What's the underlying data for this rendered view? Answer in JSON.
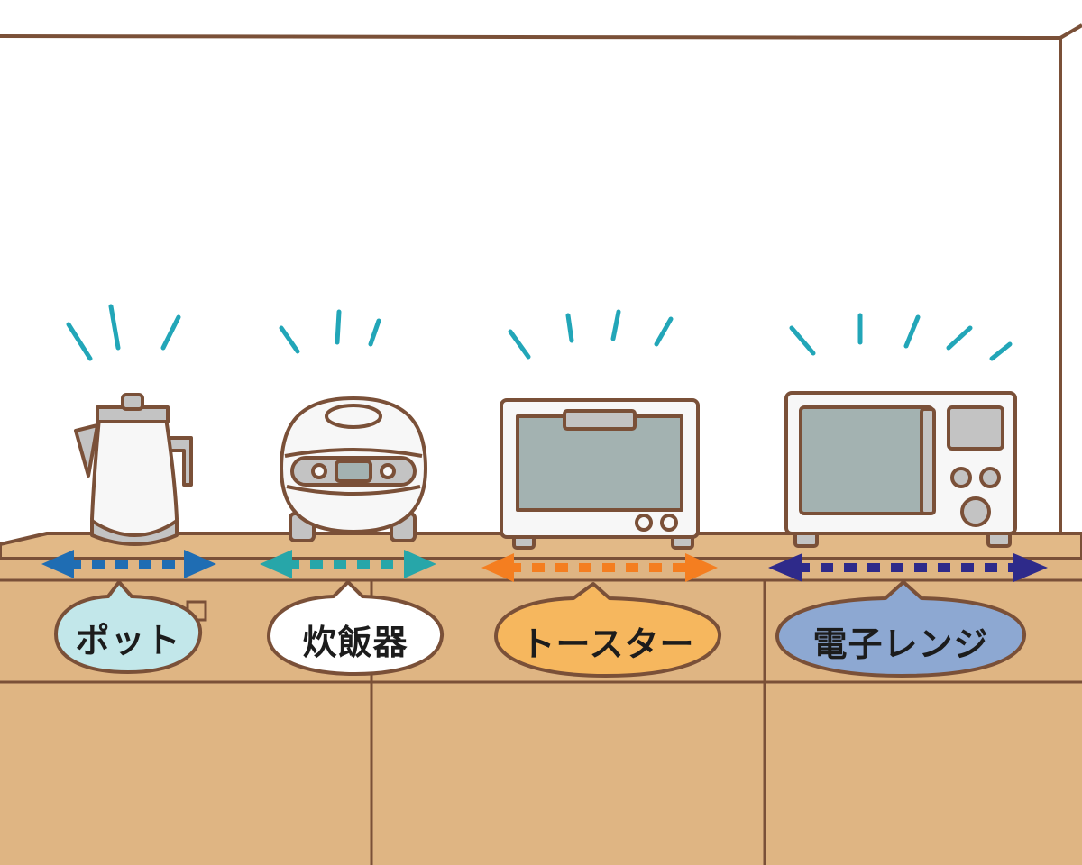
{
  "appliances": [
    {
      "id": "pot",
      "label": "ポット",
      "bubble_color": "#c2e7ea",
      "arrow_color": "#1f6db3"
    },
    {
      "id": "rice-cooker",
      "label": "炊飯器",
      "bubble_color": "#ffffff",
      "arrow_color": "#27a6a9"
    },
    {
      "id": "toaster",
      "label": "トースター",
      "bubble_color": "#f6b75e",
      "arrow_color": "#f47e20"
    },
    {
      "id": "microwave",
      "label": "電子レンジ",
      "bubble_color": "#8da8d2",
      "arrow_color": "#2e2a8a"
    }
  ],
  "colors": {
    "outline": "#7a5038",
    "wall": "#ffffff",
    "counter": "#dfb583",
    "counter_top": "#e2b987",
    "appliance_body": "#f7f7f7",
    "appliance_window": "#a3b2b1",
    "appliance_gray": "#c3c3c3",
    "sparkle": "#22a6b8"
  }
}
